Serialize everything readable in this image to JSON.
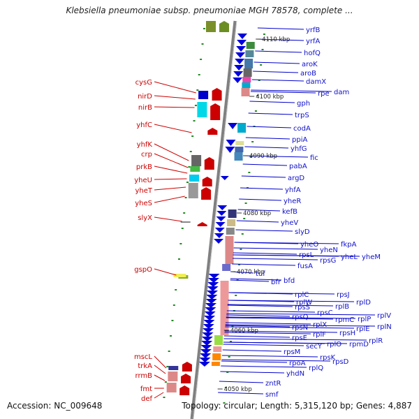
{
  "title": "Klebsiella pneumoniae subsp. pneumoniae MGH 78578, complete ...",
  "footer": {
    "accession": "Accession: NC_009648",
    "summary": "Topology: circular; Length: 5,315,120 bp; Genes: 4,887"
  },
  "colors": {
    "backbone": "#808080",
    "forward_gene": "#dd0000",
    "reverse_gene": "#0000dd",
    "left_label": "#cc0000",
    "right_label": "#1010cc",
    "label_line_left": "#cc0000",
    "label_line_right": "#0000cc",
    "tick": "#228b22"
  },
  "kbp_marks": [
    {
      "text": "4110 kbp"
    },
    {
      "text": "4100 kbp"
    },
    {
      "text": "4090 kbp"
    },
    {
      "text": "4080 kbp"
    },
    {
      "text": "4070 kbp"
    },
    {
      "text": "4060 kbp"
    },
    {
      "text": "4050 kbp"
    }
  ],
  "left_labels": [
    {
      "text": "cysG"
    },
    {
      "text": "nirD"
    },
    {
      "text": "nirB"
    },
    {
      "text": "yhfC"
    },
    {
      "text": "yhfK"
    },
    {
      "text": "crp"
    },
    {
      "text": "prkB"
    },
    {
      "text": "yheU"
    },
    {
      "text": "yheT"
    },
    {
      "text": "yheS"
    },
    {
      "text": "slyX"
    },
    {
      "text": "gspO"
    },
    {
      "text": "mscL"
    },
    {
      "text": "trkA"
    },
    {
      "text": "rrmB"
    },
    {
      "text": "fmt"
    },
    {
      "text": "def"
    }
  ],
  "right_labels": [
    {
      "text": "yrfB"
    },
    {
      "text": "yrfA"
    },
    {
      "text": "hofQ"
    },
    {
      "text": "aroK"
    },
    {
      "text": "aroB"
    },
    {
      "text": "damX"
    },
    {
      "text": "rpe"
    },
    {
      "text": "dam"
    },
    {
      "text": "gph"
    },
    {
      "text": "trpS"
    },
    {
      "text": "codA"
    },
    {
      "text": "ppiA"
    },
    {
      "text": "yhfG"
    },
    {
      "text": "fic"
    },
    {
      "text": "pabA"
    },
    {
      "text": "argD"
    },
    {
      "text": "yhfA"
    },
    {
      "text": "yheR"
    },
    {
      "text": "kefB"
    },
    {
      "text": "yheV"
    },
    {
      "text": "slyD"
    },
    {
      "text": "yheO"
    },
    {
      "text": "fkpA"
    },
    {
      "text": "yheN"
    },
    {
      "text": "rpsL"
    },
    {
      "text": "yheL"
    },
    {
      "text": "yheM"
    },
    {
      "text": "rpsG"
    },
    {
      "text": "fusA"
    },
    {
      "text": "tuf"
    },
    {
      "text": "bfr"
    },
    {
      "text": "bfd"
    },
    {
      "text": "rplC"
    },
    {
      "text": "rpsJ"
    },
    {
      "text": "rplW"
    },
    {
      "text": "rplD"
    },
    {
      "text": "rplB"
    },
    {
      "text": "rpsS"
    },
    {
      "text": "rpsC"
    },
    {
      "text": "rplV"
    },
    {
      "text": "rpsQ"
    },
    {
      "text": "rpmC"
    },
    {
      "text": "rplP"
    },
    {
      "text": "rplX"
    },
    {
      "text": "rpsN"
    },
    {
      "text": "rplN"
    },
    {
      "text": "rplE"
    },
    {
      "text": "rplF"
    },
    {
      "text": "rpsH"
    },
    {
      "text": "rpsE"
    },
    {
      "text": "rplO"
    },
    {
      "text": "rpmD"
    },
    {
      "text": "rplR"
    },
    {
      "text": "secY"
    },
    {
      "text": "rpsM"
    },
    {
      "text": "rpsK"
    },
    {
      "text": "rpsD"
    },
    {
      "text": "rpoA"
    },
    {
      "text": "rplQ"
    },
    {
      "text": "yhdN"
    },
    {
      "text": "zntR"
    },
    {
      "text": "smf"
    }
  ]
}
